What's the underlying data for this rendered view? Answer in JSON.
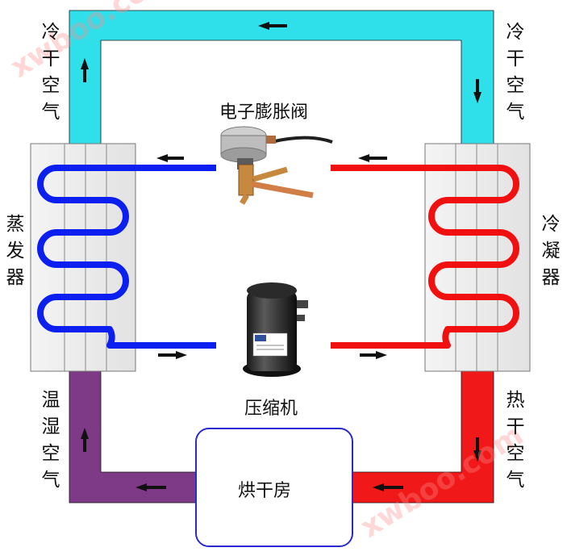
{
  "labels": {
    "expansion_valve": "电子膨胀阀",
    "compressor": "压缩机",
    "evaporator": "蒸发器",
    "condenser": "冷凝器",
    "drying_room": "烘干房",
    "cold_dry_air_left": "冷干空气",
    "cold_dry_air_right": "冷干空气",
    "warm_humid_air": "温湿空气",
    "hot_dry_air": "热干空气"
  },
  "watermark": "xwboo.com",
  "colors": {
    "cold_duct": "#2fe0ea",
    "warm_duct": "#7e3a86",
    "hot_duct": "#f01818",
    "cold_refrigerant": "#0a1ff0",
    "hot_refrigerant": "#f01010",
    "room_border": "#2a2ad0",
    "arrow": "#111111"
  }
}
